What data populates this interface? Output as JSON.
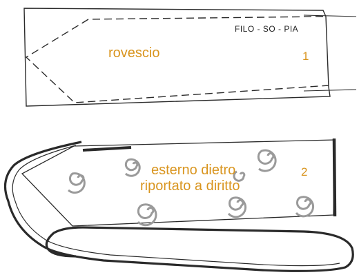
{
  "colors": {
    "ink": "#2a2a2a",
    "pencil": "#3a3a3a",
    "label": "#d9951f",
    "swirl": "#9a9a9a",
    "brand_text": "#222222"
  },
  "piece1": {
    "brand": "FILO - SO - PIA",
    "title": "rovescio",
    "number": "1"
  },
  "piece2": {
    "line1": "esterno dietro",
    "line2": "riportato a diritto",
    "number": "2"
  }
}
